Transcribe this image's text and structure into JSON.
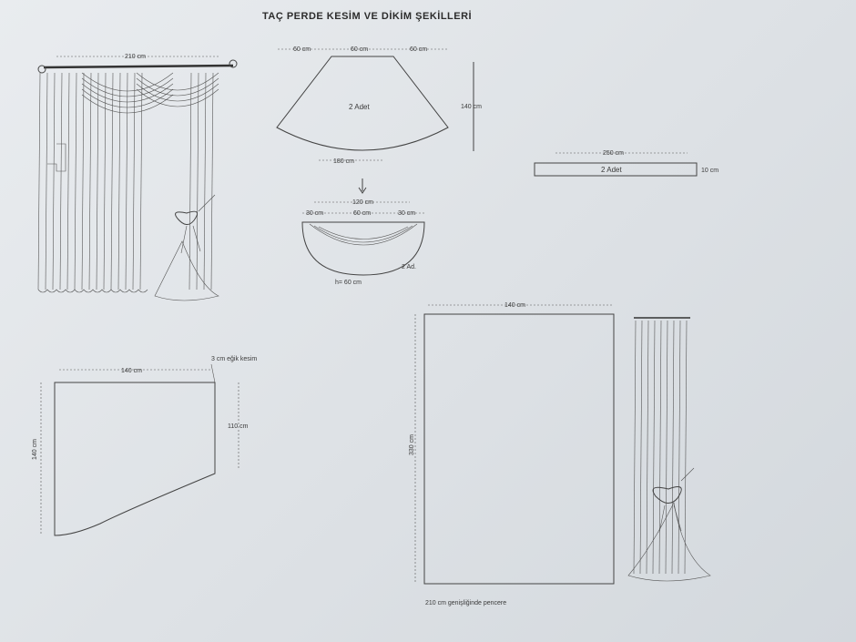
{
  "title": "TAÇ PERDE KESİM VE DİKİM ŞEKİLLERİ",
  "curtain_top": {
    "width_label": "210 cm"
  },
  "swag_pattern": {
    "seg_left": "60 cm",
    "seg_mid": "60 cm",
    "seg_right": "60 cm",
    "height": "140 cm",
    "count": "2 Adet",
    "bottom": "180 cm"
  },
  "small_swag": {
    "width": "120 cm",
    "seg_left": "30 cm",
    "seg_mid": "60 cm",
    "seg_right": "30 cm",
    "count": "2 Ad.",
    "height_note": "h= 60 cm"
  },
  "strip": {
    "length": "250 cm",
    "count": "2 Adet",
    "height": "10 cm"
  },
  "side_panel": {
    "width": "140 cm",
    "cut_note": "3 cm eğik kesim",
    "left_height": "140 cm",
    "right_height": "110 cm"
  },
  "main_panel": {
    "width": "140 cm",
    "height": "330 cm",
    "window_note": "210 cm genişliğinde pencere"
  }
}
